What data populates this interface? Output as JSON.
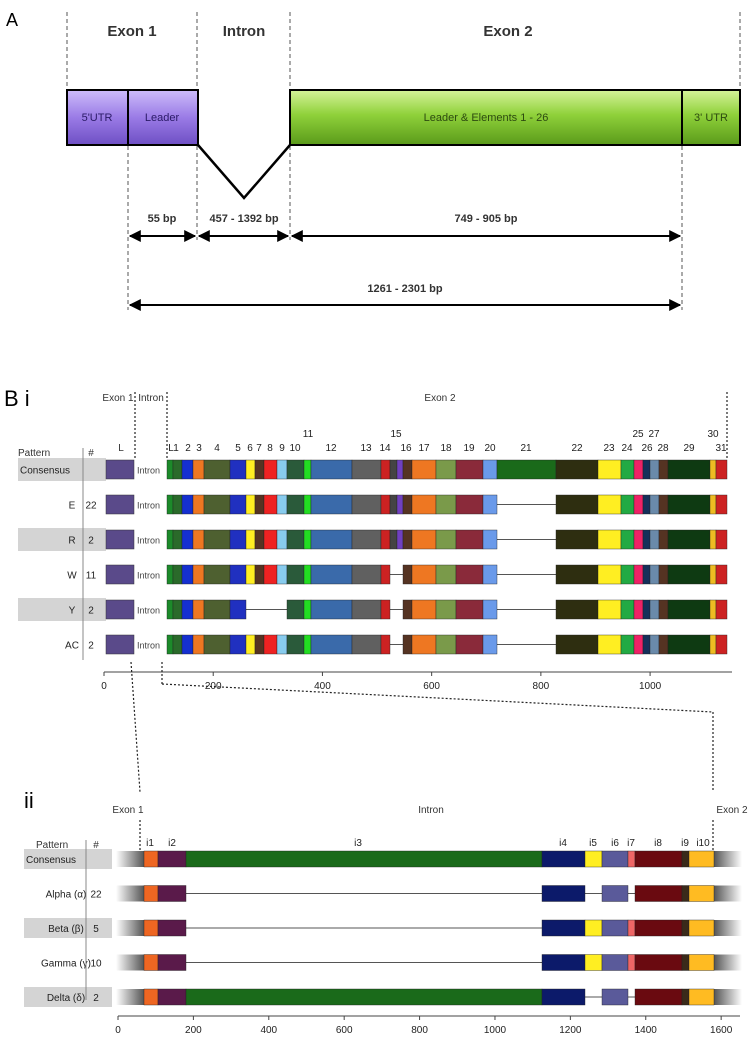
{
  "panel_a": {
    "panel_label": "A",
    "headers": {
      "exon1": "Exon 1",
      "intron": "Intron",
      "exon2": "Exon 2"
    },
    "segments": {
      "utr5": "5'UTR",
      "leader": "Leader",
      "leader_elements": "Leader & Elements 1 - 26",
      "utr3": "3' UTR"
    },
    "lengths": {
      "leader": "55 bp",
      "intron": "457 - 1392 bp",
      "exon2": "749 - 905 bp",
      "total": "1261 - 2301 bp"
    },
    "colors": {
      "exon1": "#9a7be6",
      "exon2": "#8fd13a"
    }
  },
  "panel_bi": {
    "panel_label": "B i",
    "headers": {
      "exon1": "Exon 1",
      "intron": "Intron",
      "exon2": "Exon 2"
    },
    "col_pattern": "Pattern",
    "col_count": "#",
    "leader_label": "L",
    "intron_label": "Intron",
    "element_labels": [
      "L",
      "1",
      "2",
      "3",
      "4",
      "5",
      "6",
      "7",
      "8",
      "9",
      "10",
      "11",
      "12",
      "13",
      "14",
      "15",
      "16",
      "17",
      "18",
      "19",
      "20",
      "21",
      "22",
      "23",
      "24",
      "25",
      "26",
      "27",
      "28",
      "29",
      "30",
      "31"
    ],
    "rows": [
      {
        "pattern": "Consensus",
        "count": ""
      },
      {
        "pattern": "E",
        "count": "22"
      },
      {
        "pattern": "R",
        "count": "2"
      },
      {
        "pattern": "W",
        "count": "11"
      },
      {
        "pattern": "Y",
        "count": "2"
      },
      {
        "pattern": "AC",
        "count": "2"
      }
    ],
    "axis": {
      "ticks": [
        0,
        200,
        400,
        600,
        800,
        1000
      ],
      "max": 1150
    }
  },
  "panel_bii": {
    "panel_label": "ii",
    "headers": {
      "exon1": "Exon 1",
      "intron": "Intron",
      "exon2": "Exon 2"
    },
    "col_pattern": "Pattern",
    "col_count": "#",
    "element_labels": [
      "i1",
      "i2",
      "i3",
      "i4",
      "i5",
      "i6",
      "i7",
      "i8",
      "i9",
      "i10"
    ],
    "rows": [
      {
        "pattern": "Consensus",
        "count": ""
      },
      {
        "pattern": "Alpha (α)",
        "count": "22"
      },
      {
        "pattern": "Beta (β)",
        "count": "5"
      },
      {
        "pattern": "Gamma (γ)",
        "count": "10"
      },
      {
        "pattern": "Delta (δ)",
        "count": "2"
      }
    ],
    "axis": {
      "ticks": [
        0,
        200,
        400,
        600,
        800,
        1000,
        1200,
        1400,
        1600
      ],
      "max": 1650
    }
  }
}
